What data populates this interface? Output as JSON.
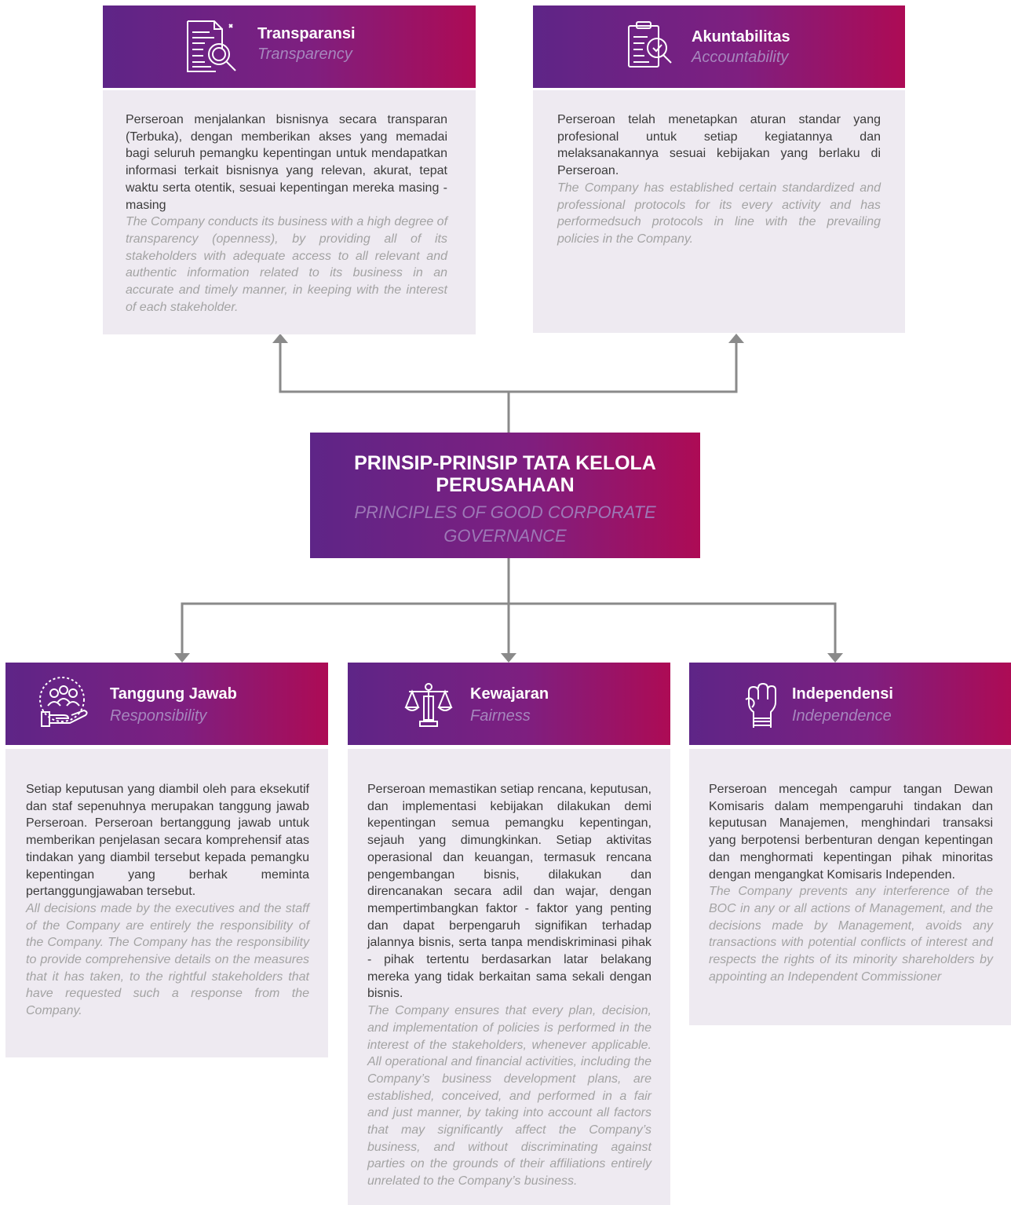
{
  "center": {
    "title": "PRINSIP-PRINSIP TATA KELOLA PERUSAHAAN",
    "subtitle": "PRINCIPLES OF GOOD CORPORATE GOVERNANCE"
  },
  "principles": [
    {
      "icon": "document-magnifier-icon",
      "title": "Transparansi",
      "subtitle": "Transparency",
      "text_id": "Perseroan menjalankan bisnisnya secara transparan (Terbuka), dengan memberikan akses yang memadai bagi seluruh pemangku kepentingan untuk mendapatkan informasi terkait bisnisnya yang relevan, akurat, tepat waktu serta otentik, sesuai kepentingan mereka masing - masing",
      "text_en": "The Company conducts its business with a high degree of transparency (openness), by providing all of its stakeholders with adequate access to all relevant and authentic information related to its business in an accurate and timely manner, in keeping with the interest of each stakeholder."
    },
    {
      "icon": "clipboard-check-icon",
      "title": "Akuntabilitas",
      "subtitle": "Accountability",
      "text_id": "Perseroan telah menetapkan aturan standar yang profesional untuk setiap kegiatannya dan melaksanakannya sesuai kebijakan yang berlaku di Perseroan.",
      "text_en": "The Company has established certain standardized and professional protocols for its every activity and has performedsuch protocols in line with the prevailing policies in the Company."
    },
    {
      "icon": "people-hand-icon",
      "title": "Tanggung Jawab",
      "subtitle": "Responsibility",
      "text_id": "Setiap keputusan yang diambil oleh para eksekutif dan staf sepenuhnya merupakan tanggung jawab Perseroan. Perseroan bertanggung jawab untuk memberikan penjelasan secara komprehensif atas tindakan yang diambil tersebut kepada pemangku kepentingan yang berhak meminta pertanggungjawaban tersebut.",
      "text_en": "All decisions made by the executives and the staff of the Company are entirely the responsibility of the Company. The Company has the responsibility to provide comprehensive details on the measures that it has taken, to the rightful stakeholders that have requested such a response from the Company."
    },
    {
      "icon": "scales-icon",
      "title": "Kewajaran",
      "subtitle": "Fairness",
      "text_id": "Perseroan memastikan setiap rencana, keputusan, dan implementasi kebijakan dilakukan demi kepentingan semua pemangku kepentingan, sejauh yang dimungkinkan. Setiap aktivitas operasional dan keuangan, termasuk rencana pengembangan bisnis, dilakukan dan direncanakan secara adil dan wajar, dengan mempertimbangkan faktor - faktor yang penting dan dapat berpengaruh signifikan terhadap jalannya bisnis, serta tanpa mendiskriminasi pihak - pihak tertentu berdasarkan latar belakang mereka yang tidak berkaitan sama sekali dengan bisnis.",
      "text_en": "The Company ensures that every plan, decision, and implementation of policies is performed in the interest of the stakeholders, whenever applicable. All operational and financial activities, including the Company’s business development plans, are established, conceived, and performed in a fair and just manner, by taking into account all factors that may significantly affect the Company’s business, and without discriminating against parties on the grounds of their affiliations entirely unrelated to the Company’s business."
    },
    {
      "icon": "raised-fist-icon",
      "title": "Independensi",
      "subtitle": "Independence",
      "text_id": "Perseroan mencegah campur tangan Dewan Komisaris dalam mempengaruhi tindakan dan keputusan Manajemen, menghindari transaksi yang berpotensi berbenturan dengan kepentingan dan menghormati kepentingan pihak minoritas dengan mengangkat Komisaris Independen.",
      "text_en": "The Company prevents any interference of the BOC in any or all actions of Management, and the decisions made by Management, avoids any transactions with potential conflicts of interest and respects the rights of its minority shareholders by appointing an Independent Commissioner"
    }
  ],
  "colors": {
    "gradient_start": "#5e2587",
    "gradient_end": "#ad0b55",
    "box_background": "#eeeaf1",
    "connector": "#8a8a8a",
    "subtitle_purple": "#a686bd"
  }
}
